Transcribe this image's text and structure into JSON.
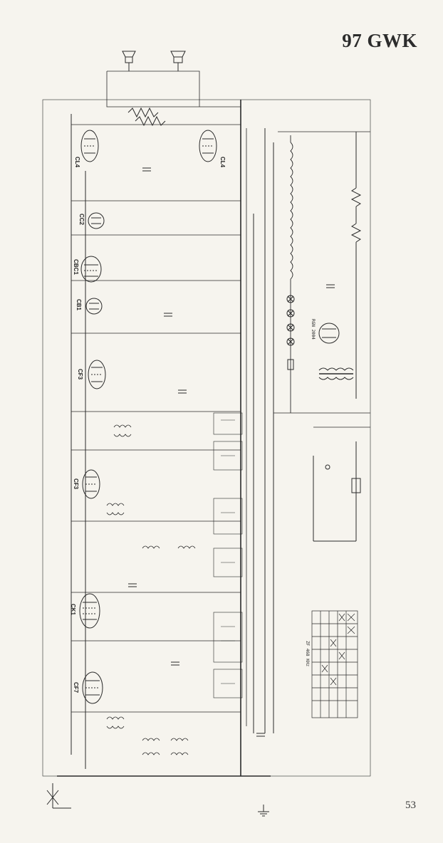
{
  "header": {
    "title": "97 GWK"
  },
  "footer": {
    "page_number": "53"
  },
  "tubes": [
    {
      "name": "CL4"
    },
    {
      "name": "CL4"
    },
    {
      "name": "CC2"
    },
    {
      "name": "CBC1"
    },
    {
      "name": "CB1"
    },
    {
      "name": "CF3"
    },
    {
      "name": "CF3"
    },
    {
      "name": "CK1"
    },
    {
      "name": "CF7"
    }
  ],
  "rectifier_label": "RGN 2004",
  "table_label": "ZF 468 KHz",
  "colors": {
    "ink": "#2a2a2a",
    "paper": "#f6f4ee"
  }
}
